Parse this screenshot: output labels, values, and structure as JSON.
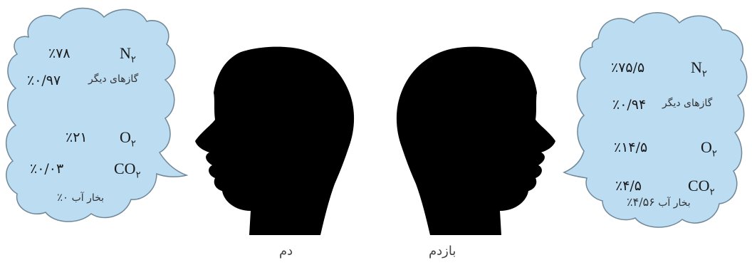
{
  "inhale": {
    "caption": "دم",
    "rows": [
      {
        "gas": "N",
        "sub": "۲",
        "value": "٪۷۸"
      },
      {
        "gas_fa": "گازهای دیگر",
        "value": "٪۰/۹۷"
      },
      {
        "gas": "O",
        "sub": "۲",
        "value": "٪۲۱"
      },
      {
        "gas": "CO",
        "sub": "۲",
        "value": "٪۰/۰۳"
      },
      {
        "gas_fa": "بخار آب",
        "value": "٪۰"
      }
    ]
  },
  "exhale": {
    "caption": "بازدم",
    "rows": [
      {
        "gas": "N",
        "sub": "۲",
        "value": "٪۷۵/۵"
      },
      {
        "gas_fa": "گازهای دیگر",
        "value": "٪۰/۹۴"
      },
      {
        "gas": "O",
        "sub": "۲",
        "value": "٪۱۴/۵"
      },
      {
        "gas": "CO",
        "sub": "۲",
        "value": "٪۴/۵"
      },
      {
        "gas_fa": "بخار آب",
        "value": "٪۴/۵۶"
      }
    ]
  },
  "colors": {
    "bubble_fill": "#bcdcf2",
    "bubble_stroke": "#6f8797",
    "silhouette": "#000000"
  }
}
